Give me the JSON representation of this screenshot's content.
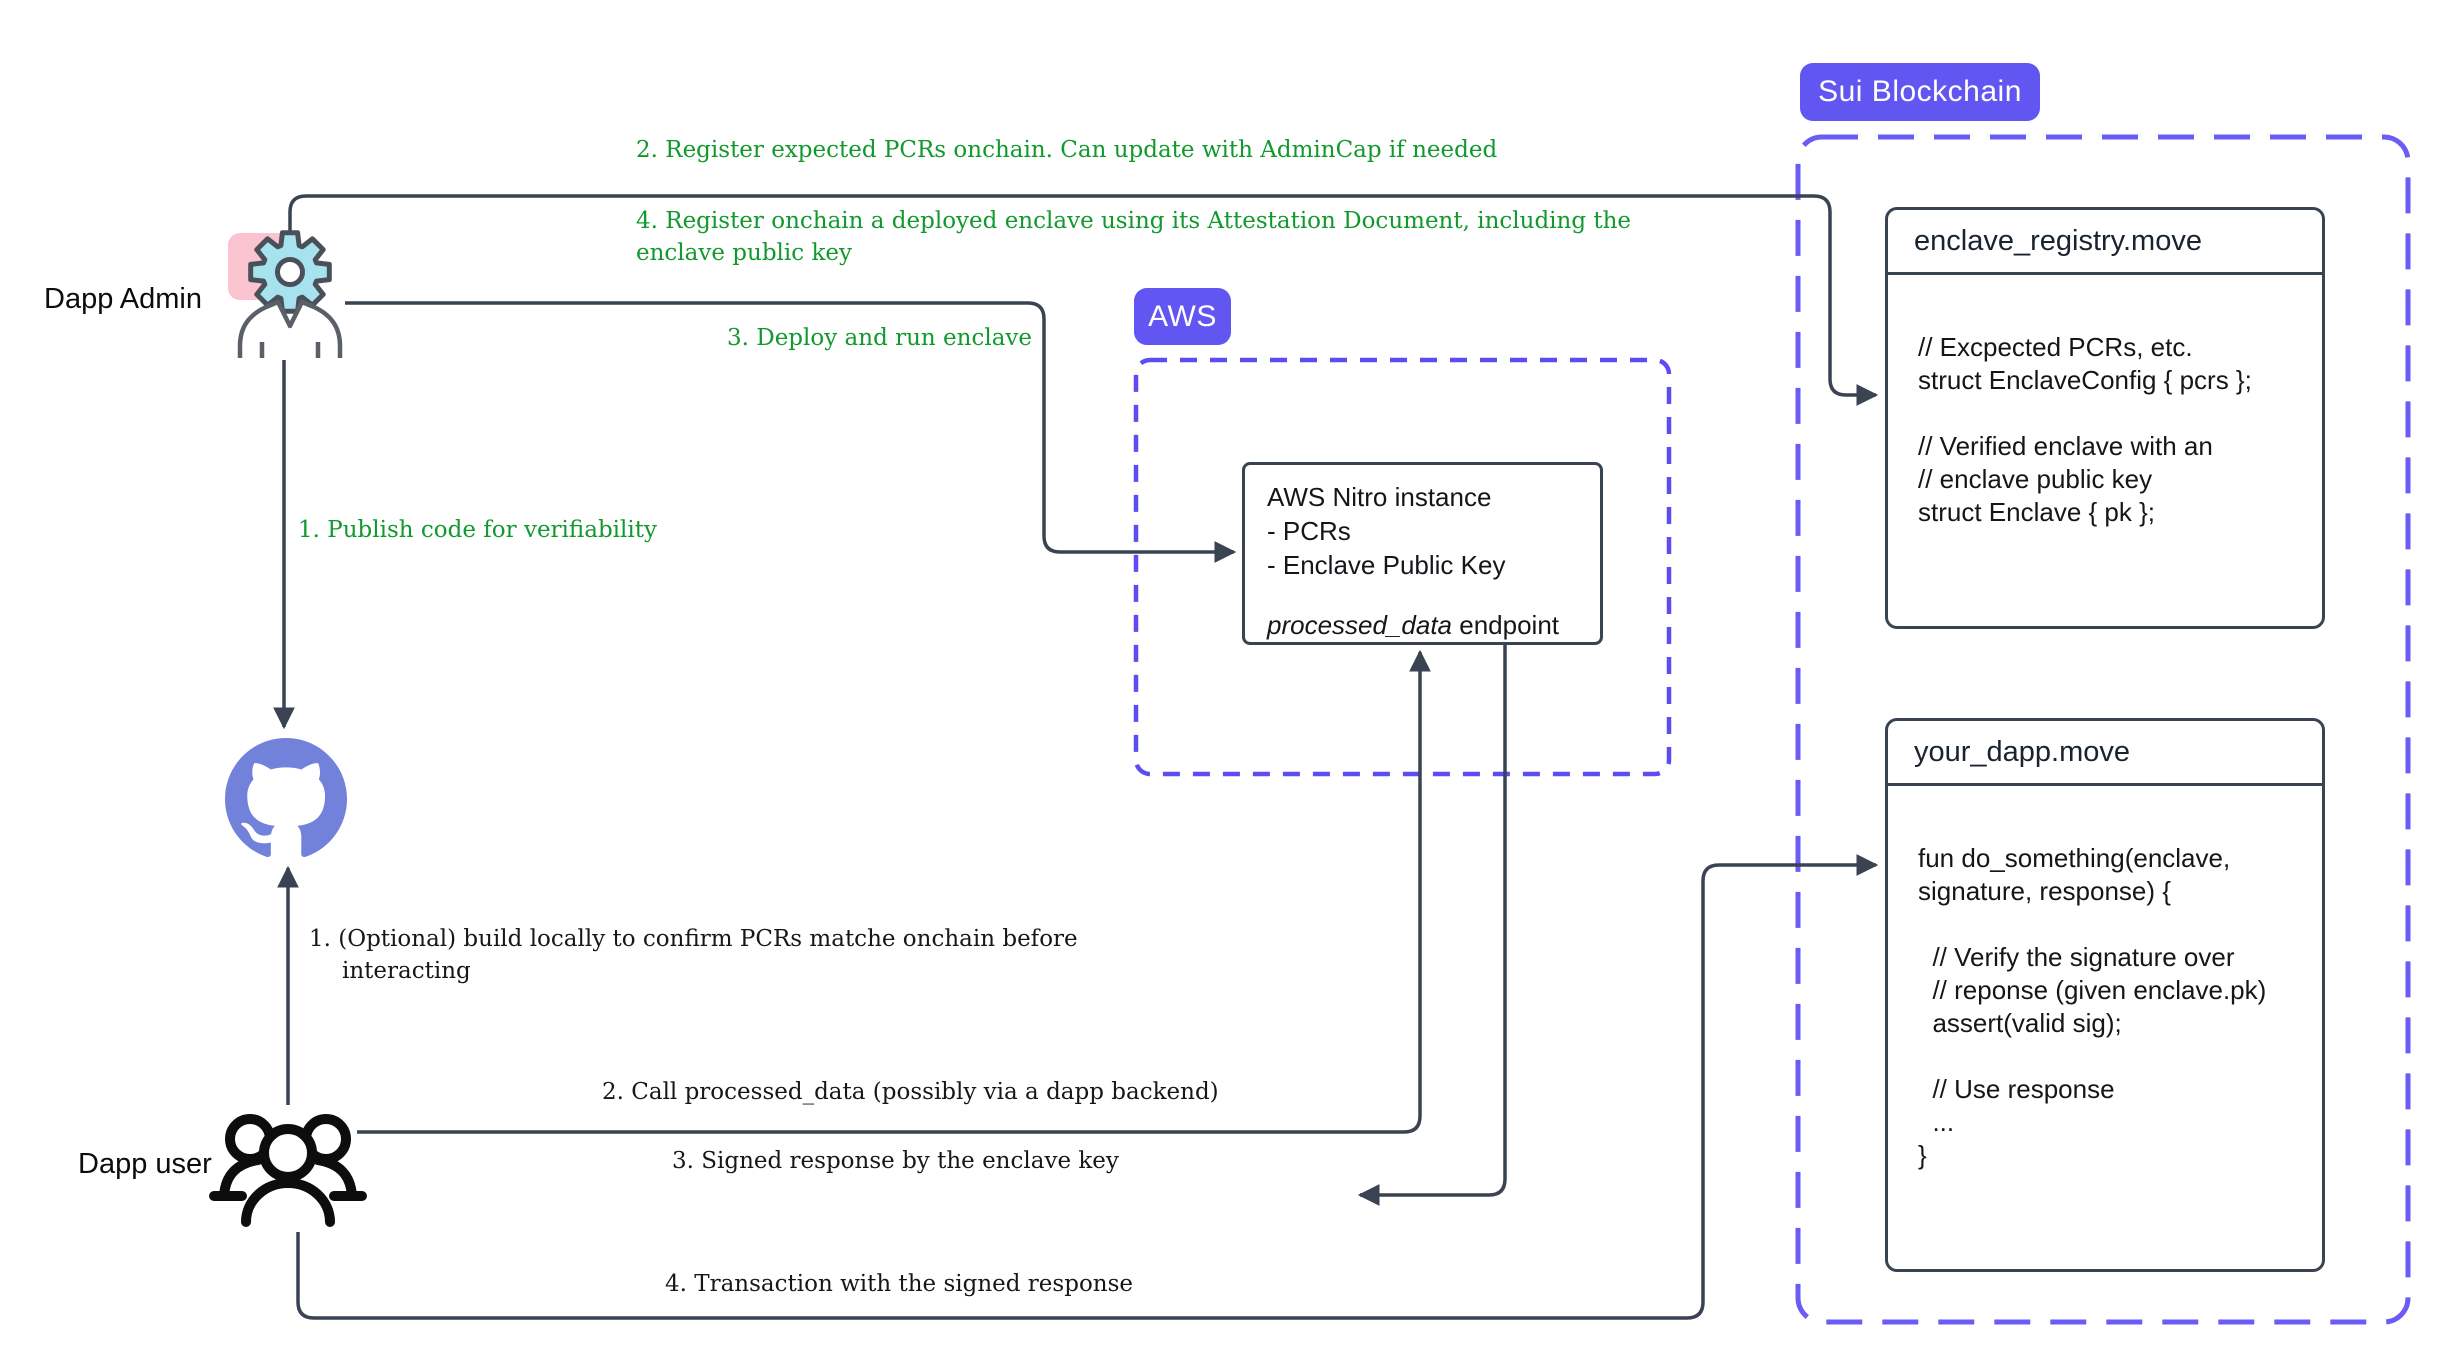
{
  "actors": {
    "dapp_admin": {
      "label": "Dapp Admin"
    },
    "dapp_user": {
      "label": "Dapp user"
    }
  },
  "badges": {
    "aws": "AWS",
    "sui": "Sui Blockchain"
  },
  "admin_steps": {
    "step1": "1. Publish code for verifiability",
    "step2": "2. Register expected PCRs onchain. Can update with AdminCap if needed",
    "step3": "3. Deploy and run enclave",
    "step4_line1": "4. Register onchain a deployed enclave using its Attestation Document, including the",
    "step4_line2": "enclave public key"
  },
  "user_steps": {
    "step1_line1": "1. (Optional) build locally to confirm PCRs matche onchain before",
    "step1_line2": "interacting",
    "step2": "2. Call processed_data (possibly via a dapp backend)",
    "step3": "3. Signed response by the enclave key",
    "step4": "4. Transaction with the signed response"
  },
  "nitro_box": {
    "line1": "AWS Nitro instance",
    "line2": "- PCRs",
    "line3": "- Enclave Public Key",
    "blank": "",
    "endpoint_name": "processed_data",
    "endpoint_suffix": " endpoint"
  },
  "enclave_registry": {
    "title": "enclave_registry.move",
    "code": [
      "// Excpected PCRs, etc.",
      "struct EnclaveConfig { pcrs };",
      "",
      "// Verified enclave with an",
      "// enclave public key",
      "struct Enclave { pk };"
    ]
  },
  "your_dapp": {
    "title": "your_dapp.move",
    "code": [
      "fun do_something(enclave,",
      "signature, response) {",
      "",
      "  // Verify the signature over",
      "  // reponse (given enclave.pk)",
      "  assert(valid sig);",
      "",
      "  // Use response",
      "  ...",
      "}"
    ]
  },
  "icons": {
    "admin": "gear-person-icon",
    "repository": "github-icon",
    "user_group": "users-icon"
  },
  "colors": {
    "accent_purple": "#6156F2",
    "aws_dashed_border": "#5B4DF2",
    "sui_dashed_border": "#6A5CF5",
    "github_blue": "#7282DB",
    "gear_cyan": "#A7E3EF",
    "gear_pink": "#F9C3D0",
    "connector_dark": "#3A4352",
    "green_label": "#12992E",
    "black_label": "#15171A"
  }
}
